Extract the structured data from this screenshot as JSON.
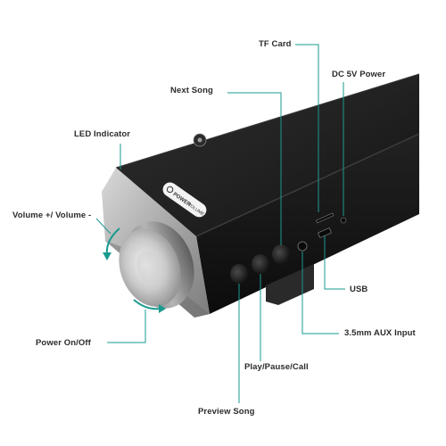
{
  "colors": {
    "leader_line": "#1a9a8f",
    "body": "#1b1b1b",
    "background": "#ffffff"
  },
  "callouts": {
    "tf_card": "TF Card",
    "dc_power": "DC 5V Power",
    "next_song": "Next Song",
    "led": "LED Indicator",
    "volume": "Volume +/ Volume -",
    "usb": "USB",
    "aux": "3.5mm AUX Input",
    "power_onoff": "Power On/Off",
    "play_pause": "Play/Pause/Call",
    "preview": "Preview Song"
  },
  "printed": {
    "power": "POWER",
    "volume": "VOLUME"
  }
}
